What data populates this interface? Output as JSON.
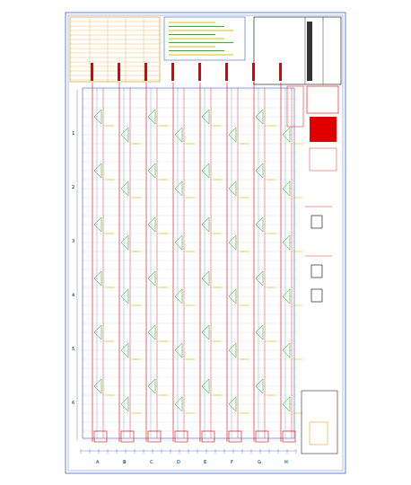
{
  "diagram": {
    "labels": [
      "1",
      "2",
      "3",
      "4",
      "5",
      "6",
      "A",
      "B",
      "C",
      "D",
      "E",
      "F",
      "G",
      "H"
    ]
  }
}
